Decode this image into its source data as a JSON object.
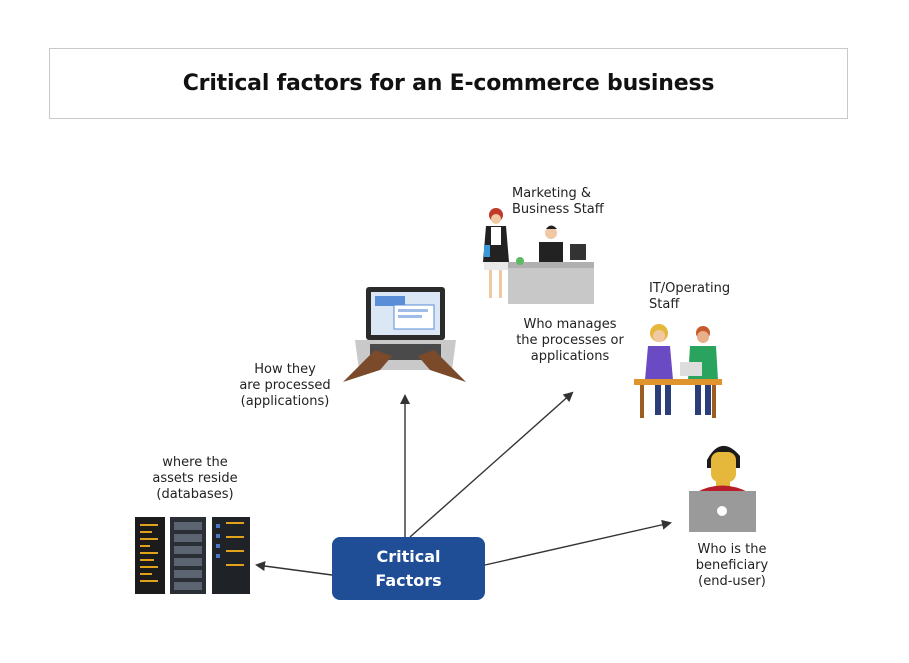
{
  "title": "Critical factors for an E-commerce business",
  "center": {
    "label": "Critical\nFactors",
    "color": "#1f4e96"
  },
  "nodes": {
    "databases": "where the\nassets reside\n(databases)",
    "applications": "How they\nare processed\n(applications)",
    "who_manages": "Who manages\nthe processes or\napplications",
    "marketing_staff": "Marketing &\nBusiness Staff",
    "it_staff": "IT/Operating\nStaff",
    "end_user": "Who is the\nbeneficiary\n(end-user)"
  },
  "icons": [
    "server-rack-icon",
    "laptop-typing-icon",
    "office-staff-icon",
    "it-team-icon",
    "end-user-icon"
  ]
}
